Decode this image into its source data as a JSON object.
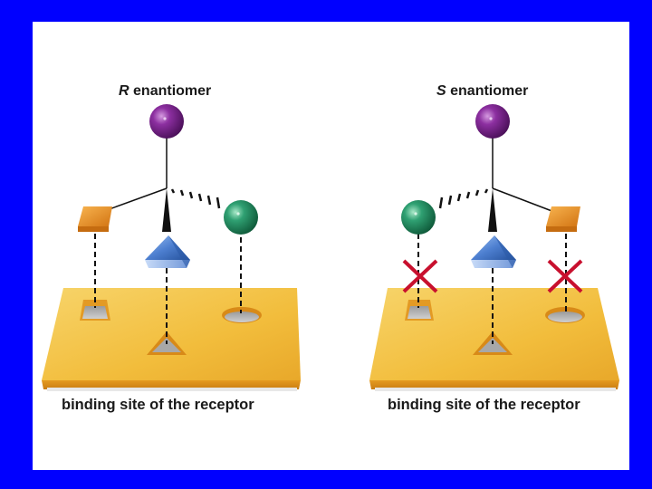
{
  "colors": {
    "frame": "#0000ff",
    "background": "#ffffff",
    "platform": "#f0b83a",
    "purple_ball": "#7a1f8a",
    "green_ball": "#1f8a5e",
    "blue_triangle": "#3f6fc4",
    "orange_block": "#e8901c",
    "mismatch_x": "#c8102e"
  },
  "panels": [
    {
      "title_symbol": "R",
      "title_word": "enantiomer",
      "caption": "binding site of the receptor"
    },
    {
      "title_symbol": "S",
      "title_word": "enantiomer",
      "caption": "binding site of the receptor"
    }
  ],
  "icons": [
    "purple-sphere",
    "green-sphere",
    "blue-triangle-prism",
    "orange-trapezoid-block",
    "red-x-mismatch"
  ]
}
